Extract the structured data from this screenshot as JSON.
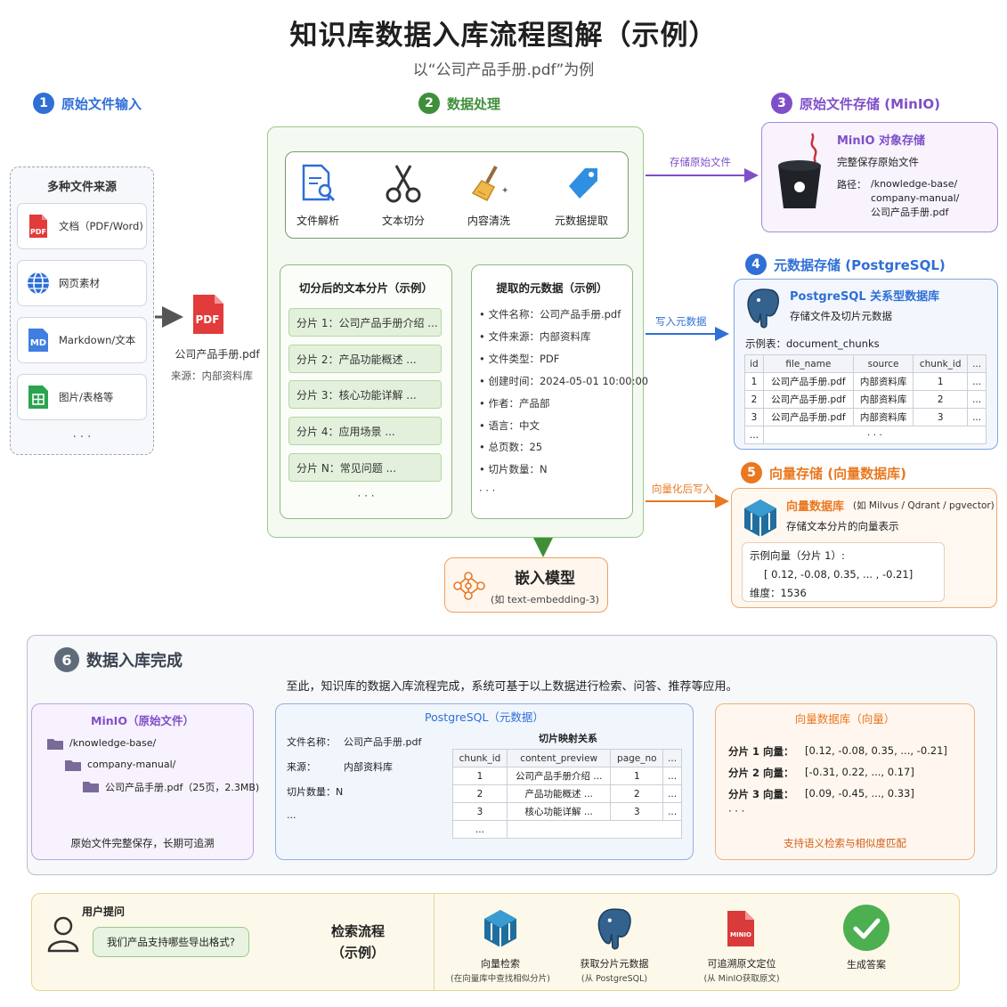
{
  "title": "知识库数据入库流程图解（示例）",
  "subtitle": "以“公司产品手册.pdf”为例",
  "sections": {
    "s1": {
      "num": "1",
      "label": "原始文件输入"
    },
    "s2": {
      "num": "2",
      "label": "数据处理"
    },
    "s3": {
      "num": "3",
      "label": "原始文件存储 (MinIO)"
    },
    "s4": {
      "num": "4",
      "label": "元数据存储 (PostgreSQL)"
    },
    "s5": {
      "num": "5",
      "label": "向量存储 (向量数据库)"
    },
    "s6": {
      "num": "6",
      "label": "数据入库完成"
    }
  },
  "sources": {
    "title": "多种文件来源",
    "items": [
      "文档（PDF/Word)",
      "网页素材",
      "Markdown/文本",
      "图片/表格等"
    ],
    "more": "· · ·",
    "pdf_badge": "PDF",
    "md_badge": "MD"
  },
  "input_file": {
    "name": "公司产品手册.pdf",
    "source": "来源：内部资料库"
  },
  "processing": {
    "steps": [
      "文件解析",
      "文本切分",
      "内容清洗",
      "元数据提取"
    ],
    "chunks_title": "切分后的文本分片（示例）",
    "chunks": [
      "分片 1：公司产品手册介绍 ...",
      "分片 2：产品功能概述 ...",
      "分片 3：核心功能详解 ...",
      "分片 4：应用场景 ...",
      "分片 N：常见问题 ..."
    ],
    "chunks_more": "· · ·",
    "meta_title": "提取的元数据（示例）",
    "meta": [
      "文件名称：公司产品手册.pdf",
      "文件来源：内部资料库",
      "文件类型：PDF",
      "创建时间：2024-05-01 10:00:00",
      "作者：产品部",
      "语言：中文",
      "总页数：25",
      "切片数量：N"
    ],
    "meta_more": "· · ·"
  },
  "arrows": {
    "store_raw": "存储原始文件",
    "write_meta": "写入元数据",
    "vector_write": "向量化后写入"
  },
  "minio": {
    "title": "MinIO 对象存储",
    "desc": "完整保存原始文件",
    "path_label": "路径：",
    "path": [
      "/knowledge-base/",
      "company-manual/",
      "公司产品手册.pdf"
    ]
  },
  "postgres": {
    "title": "PostgreSQL 关系型数据库",
    "desc": "存储文件及切片元数据",
    "table_name": "示例表：document_chunks",
    "headers": [
      "id",
      "file_name",
      "source",
      "chunk_id",
      "..."
    ],
    "rows": [
      [
        "1",
        "公司产品手册.pdf",
        "内部资料库",
        "1",
        "..."
      ],
      [
        "2",
        "公司产品手册.pdf",
        "内部资料库",
        "2",
        "..."
      ],
      [
        "3",
        "公司产品手册.pdf",
        "内部资料库",
        "3",
        "..."
      ]
    ],
    "last_row": [
      "...",
      "· · ·"
    ]
  },
  "vector": {
    "title": "向量数据库",
    "title_note": "(如 Milvus / Qdrant / pgvector)",
    "desc": "存储文本分片的向量表示",
    "sample_title": "示例向量（分片 1）:",
    "sample_vec": "[ 0.12, -0.08, 0.35, ... , -0.21]",
    "dim": "维度：1536"
  },
  "embedding": {
    "title": "嵌入模型",
    "sub": "(如 text-embedding-3)"
  },
  "done": {
    "summary": "至此，知识库的数据入库流程完成，系统可基于以上数据进行检索、问答、推荐等应用。",
    "minio": {
      "title": "MinIO（原始文件）",
      "tree": [
        "/knowledge-base/",
        "company-manual/",
        "公司产品手册.pdf（25页，2.3MB)"
      ],
      "note": "原始文件完整保存，长期可追溯"
    },
    "pg": {
      "title": "PostgreSQL（元数据）",
      "fields": [
        "文件名称：",
        "来源：",
        "切片数量：N",
        "..."
      ],
      "values": [
        "公司产品手册.pdf",
        "内部资料库"
      ],
      "map_title": "切片映射关系",
      "headers": [
        "chunk_id",
        "content_preview",
        "page_no",
        "..."
      ],
      "rows": [
        [
          "1",
          "公司产品手册介绍 ...",
          "1",
          "..."
        ],
        [
          "2",
          "产品功能概述 ...",
          "2",
          "..."
        ],
        [
          "3",
          "核心功能详解 ...",
          "3",
          "..."
        ]
      ],
      "last": "..."
    },
    "vec": {
      "title": "向量数据库（向量）",
      "rows": [
        [
          "分片 1 向量：",
          "[0.12, -0.08, 0.35, ..., -0.21]"
        ],
        [
          "分片 2 向量：",
          "[-0.31, 0.22, ..., 0.17]"
        ],
        [
          "分片 3 向量：",
          "[0.09, -0.45, ..., 0.33]"
        ]
      ],
      "more": "· · ·",
      "note": "支持语义检索与相似度匹配"
    }
  },
  "query": {
    "user_label": "用户提问",
    "question": "我们产品支持哪些导出格式?",
    "flow_title": "检索流程\n（示例）",
    "steps": [
      {
        "t": "向量检索",
        "s": "(在向量库中查找相似分片)"
      },
      {
        "t": "获取分片元数据",
        "s": "(从 PostgreSQL)"
      },
      {
        "t": "可追溯原文定位",
        "s": "(从 MinIO获取原文)"
      },
      {
        "t": "生成答案",
        "s": ""
      }
    ],
    "minio_badge": "MINIO"
  },
  "colors": {
    "blue": "#2f6fd6",
    "green": "#3f8f3a",
    "purple": "#7f4fc9",
    "orange": "#e97820",
    "gray": "#5f6b7a"
  }
}
